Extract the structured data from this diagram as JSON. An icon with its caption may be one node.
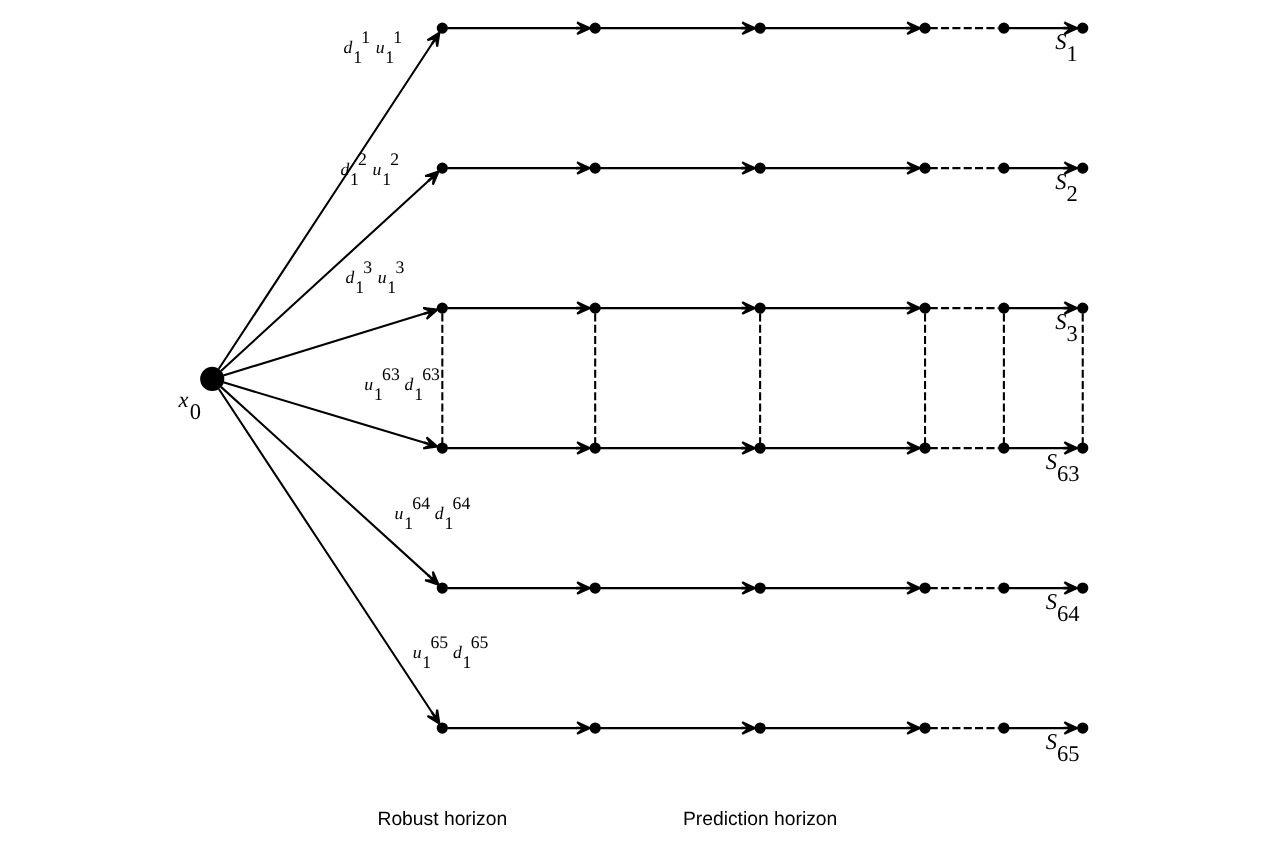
{
  "diagram": {
    "nodes": [
      {
        "text": [],
        "shape": "circle",
        "beside": [
          "x$_{0}$"
        ]
      },
      {
        "text": [],
        "shape": "circle"
      },
      {
        "text": [],
        "shape": "circle"
      },
      {
        "text": [],
        "shape": "circle"
      },
      {
        "text": [],
        "shape": "circle"
      },
      {
        "text": [],
        "shape": "circle"
      },
      {
        "text": [],
        "shape": "circle",
        "beside": [
          "S$_{1}$"
        ]
      },
      {
        "text": [],
        "shape": "circle"
      },
      {
        "text": [],
        "shape": "circle"
      },
      {
        "text": [],
        "shape": "circle"
      },
      {
        "text": [],
        "shape": "circle"
      },
      {
        "text": [],
        "shape": "circle"
      },
      {
        "text": [],
        "shape": "circle",
        "beside": [
          "S$_{2}$"
        ]
      },
      {
        "text": [],
        "shape": "circle"
      },
      {
        "text": [],
        "shape": "circle"
      },
      {
        "text": [],
        "shape": "circle"
      },
      {
        "text": [],
        "shape": "circle"
      },
      {
        "text": [],
        "shape": "circle"
      },
      {
        "text": [],
        "shape": "circle",
        "beside": [
          "S$_{3}$"
        ]
      },
      {
        "text": [],
        "shape": "circle"
      },
      {
        "text": [],
        "shape": "circle"
      },
      {
        "text": [],
        "shape": "circle"
      },
      {
        "text": [],
        "shape": "circle"
      },
      {
        "text": [],
        "shape": "circle"
      },
      {
        "text": [],
        "shape": "circle",
        "beside": [
          "S$_{63}$"
        ]
      },
      {
        "text": [],
        "shape": "circle"
      },
      {
        "text": [],
        "shape": "circle"
      },
      {
        "text": [],
        "shape": "circle"
      },
      {
        "text": [],
        "shape": "circle"
      },
      {
        "text": [],
        "shape": "circle"
      },
      {
        "text": [],
        "shape": "circle",
        "beside": [
          "S$_{64}$"
        ]
      },
      {
        "text": [],
        "shape": "circle"
      },
      {
        "text": [],
        "shape": "circle"
      },
      {
        "text": [],
        "shape": "circle"
      },
      {
        "text": [],
        "shape": "circle"
      },
      {
        "text": [],
        "shape": "circle"
      },
      {
        "text": [],
        "shape": "circle",
        "beside": [
          "S$_{65}$"
        ]
      }
    ],
    "edges": [
      {
        "from": 0,
        "to": 1,
        "arrow": "to",
        "label": "d$_{1}$$^{1}$ u$_{1}$$^{1}$"
      },
      {
        "from": 0,
        "to": 7,
        "arrow": "to",
        "label": "d$_{1}$$^{2}$ u$_{1}$$^{2}$"
      },
      {
        "from": 0,
        "to": 13,
        "arrow": "to",
        "label": "d$_{1}$$^{3}$ u$_{1}$$^{3}$"
      },
      {
        "from": 0,
        "to": 19,
        "arrow": "to",
        "label": "u$_{1}$$^{63}$ d$_{1}$$^{63}$"
      },
      {
        "from": 0,
        "to": 25,
        "arrow": "to",
        "label": "u$_{1}$$^{64}$ d$_{1}$$^{64}$"
      },
      {
        "from": 0,
        "to": 31,
        "arrow": "to",
        "label": "u$_{1}$$^{65}$ d$_{1}$$^{65}$"
      },
      {
        "from": 1,
        "to": 2,
        "arrow": "to"
      },
      {
        "from": 2,
        "to": 3,
        "arrow": "to"
      },
      {
        "from": 3,
        "to": 4,
        "arrow": "to"
      },
      {
        "from": 4,
        "to": 5,
        "arrow": "none",
        "style": "dashed"
      },
      {
        "from": 5,
        "to": 6,
        "arrow": "to"
      },
      {
        "from": 7,
        "to": 8,
        "arrow": "to"
      },
      {
        "from": 8,
        "to": 9,
        "arrow": "to"
      },
      {
        "from": 9,
        "to": 10,
        "arrow": "to"
      },
      {
        "from": 10,
        "to": 11,
        "arrow": "none",
        "style": "dashed"
      },
      {
        "from": 11,
        "to": 12,
        "arrow": "to"
      },
      {
        "from": 13,
        "to": 14,
        "arrow": "to"
      },
      {
        "from": 14,
        "to": 15,
        "arrow": "to"
      },
      {
        "from": 15,
        "to": 16,
        "arrow": "to"
      },
      {
        "from": 16,
        "to": 17,
        "arrow": "none",
        "style": "dashed"
      },
      {
        "from": 17,
        "to": 18,
        "arrow": "to"
      },
      {
        "from": 19,
        "to": 20,
        "arrow": "to"
      },
      {
        "from": 20,
        "to": 21,
        "arrow": "to"
      },
      {
        "from": 21,
        "to": 22,
        "arrow": "to"
      },
      {
        "from": 22,
        "to": 23,
        "arrow": "none",
        "style": "dashed"
      },
      {
        "from": 23,
        "to": 24,
        "arrow": "to"
      },
      {
        "from": 25,
        "to": 26,
        "arrow": "to"
      },
      {
        "from": 26,
        "to": 27,
        "arrow": "to"
      },
      {
        "from": 27,
        "to": 28,
        "arrow": "to"
      },
      {
        "from": 28,
        "to": 29,
        "arrow": "none",
        "style": "dashed"
      },
      {
        "from": 29,
        "to": 30,
        "arrow": "to"
      },
      {
        "from": 31,
        "to": 32,
        "arrow": "to"
      },
      {
        "from": 32,
        "to": 33,
        "arrow": "to"
      },
      {
        "from": 33,
        "to": 34,
        "arrow": "to"
      },
      {
        "from": 34,
        "to": 35,
        "arrow": "none",
        "style": "dashed"
      },
      {
        "from": 35,
        "to": 36,
        "arrow": "to"
      },
      {
        "from": 13,
        "to": 19,
        "arrow": "none",
        "style": "dashed"
      },
      {
        "from": 14,
        "to": 20,
        "arrow": "none",
        "style": "dashed"
      },
      {
        "from": 15,
        "to": 21,
        "arrow": "none",
        "style": "dashed"
      },
      {
        "from": 16,
        "to": 22,
        "arrow": "none",
        "style": "dashed"
      },
      {
        "from": 17,
        "to": 23,
        "arrow": "none",
        "style": "dashed"
      },
      {
        "from": 18,
        "to": 24,
        "arrow": "none",
        "style": "dashed"
      }
    ],
    "labels": [
      "Robust horizon",
      "Prediction horizon"
    ]
  }
}
